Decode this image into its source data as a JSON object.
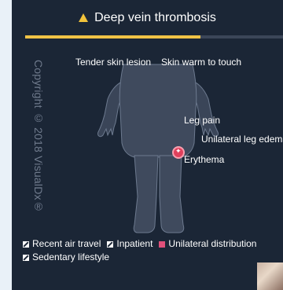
{
  "header": {
    "title": "Deep vein thrombosis",
    "icon": "warning-icon",
    "icon_color": "#f2c33b"
  },
  "progress": {
    "value": 0.68,
    "color": "#f0c346"
  },
  "watermark": "Copyright © 2018 VisualDx®",
  "symptoms": {
    "tender_skin_lesion": "Tender skin lesion",
    "skin_warm": "Skin warm to touch",
    "leg_pain": "Leg pain",
    "unilateral_edema": "Unilateral leg edema",
    "erythema": "Erythema"
  },
  "legend": {
    "recent_air_travel": "Recent air travel",
    "inpatient": "Inpatient",
    "unilateral_distribution": "Unilateral distribution",
    "sedentary_lifestyle": "Sedentary lifestyle"
  },
  "colors": {
    "background": "#1b2636",
    "accent": "#e0507a"
  }
}
